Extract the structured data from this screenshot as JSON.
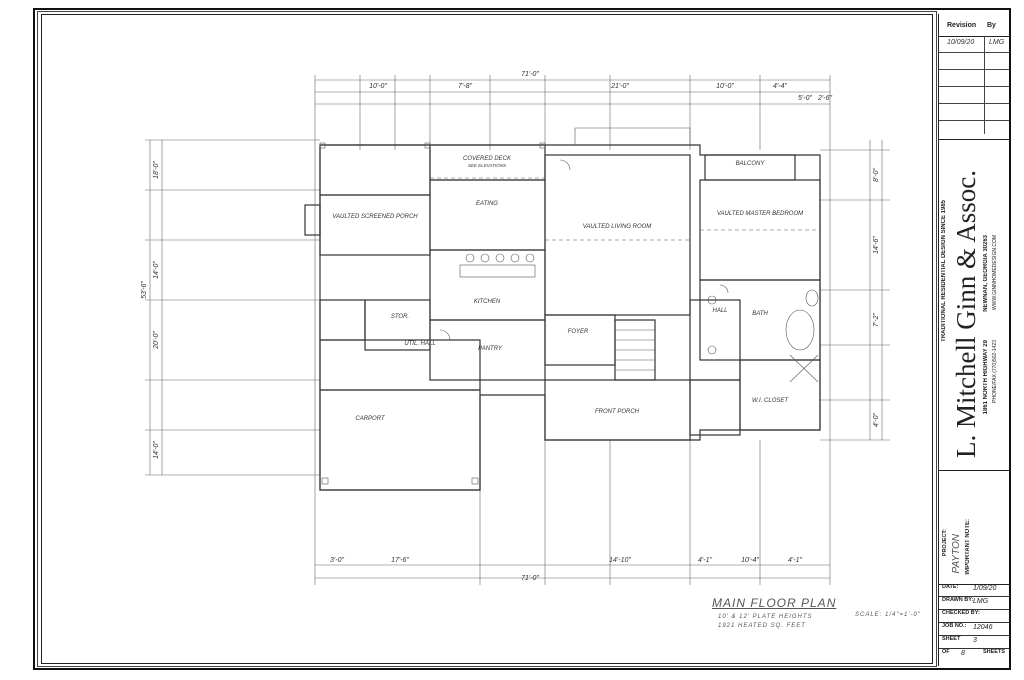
{
  "plan": {
    "title": "MAIN FLOOR PLAN",
    "plate_heights": "10' & 12' PLATE HEIGHTS",
    "heated_area": "1921 HEATED SQ. FEET",
    "scale": "SCALE: 1/4\"=1'-0\"",
    "overall_width_top": "71'-0\"",
    "overall_width_bottom": "71'-0\"",
    "overall_depth": "53'-6\""
  },
  "rooms": [
    {
      "id": "covered-deck",
      "name": "COVERED DECK",
      "note": "SEE ELEVATIONS"
    },
    {
      "id": "vaulted-screened-porch",
      "name": "VAULTED SCREENED PORCH",
      "note": ""
    },
    {
      "id": "eating",
      "name": "EATING",
      "note": ""
    },
    {
      "id": "vaulted-living-room",
      "name": "VAULTED LIVING ROOM",
      "note": ""
    },
    {
      "id": "balcony",
      "name": "BALCONY",
      "note": ""
    },
    {
      "id": "vaulted-master-bedroom",
      "name": "VAULTED MASTER BEDROOM",
      "note": ""
    },
    {
      "id": "kitchen",
      "name": "KITCHEN",
      "note": ""
    },
    {
      "id": "foyer",
      "name": "FOYER",
      "note": ""
    },
    {
      "id": "hall",
      "name": "HALL",
      "note": ""
    },
    {
      "id": "bath",
      "name": "BATH",
      "note": ""
    },
    {
      "id": "w-i-closet",
      "name": "W.I. CLOSET",
      "note": ""
    },
    {
      "id": "pantry",
      "name": "PANTRY",
      "note": ""
    },
    {
      "id": "stor",
      "name": "STOR.",
      "note": ""
    },
    {
      "id": "carport",
      "name": "CARPORT",
      "note": ""
    },
    {
      "id": "front-porch",
      "name": "FRONT PORCH",
      "note": ""
    },
    {
      "id": "util-hall",
      "name": "UTIL. HALL",
      "note": ""
    }
  ],
  "dims_top": [
    "10'-0\"",
    "7'-8\"",
    "21'-0\"",
    "10'-0\"",
    "4'-4\"",
    "5'-0\"",
    "2'-6\""
  ],
  "dims_bottom": [
    "3'-0\"",
    "17'-6\"",
    "14'-10\"",
    "4'-1\"",
    "10'-4\"",
    "4'-1\""
  ],
  "dims_left": [
    "18'-0\"",
    "14'-0\"",
    "20'-0\"",
    "14'-0\""
  ],
  "dims_right": [
    "8'-0\"",
    "14'-6\"",
    "7'-2\"",
    "4'-0\""
  ],
  "title_block": {
    "revision_label": "Revision",
    "by_label": "By",
    "revisions": [
      {
        "date": "10/09/20",
        "by": "LMG"
      },
      {
        "date": "",
        "by": ""
      },
      {
        "date": "",
        "by": ""
      },
      {
        "date": "",
        "by": ""
      },
      {
        "date": "",
        "by": ""
      }
    ],
    "tagline": "TRADITIONAL RESIDENTIAL DESIGN SINCE 1985",
    "firm_name": "L. Mitchell Ginn & Assoc.",
    "address": "1861 NORTH HIGHWAY 29",
    "city": "NEWNAN, GEORGIA 30263",
    "phone": "PHONE/FAX (770)502-1423",
    "web": "WWW.GINNHOMEDESIGN.COM",
    "note_heading": "IMPORTANT NOTE:",
    "project_label": "PROJECT:",
    "project_name": "PAYTON",
    "date_label": "DATE:",
    "date_value": "1/09/20",
    "drawn_label": "DRAWN BY:",
    "drawn_value": "LMG",
    "checked_label": "CHECKED BY:",
    "checked_value": "",
    "job_label": "JOB NO.:",
    "job_value": "12046",
    "sheet_label": "SHEET",
    "sheet_value": "3",
    "of_label": "OF",
    "of_value": "8",
    "sheets_label": "SHEETS"
  }
}
